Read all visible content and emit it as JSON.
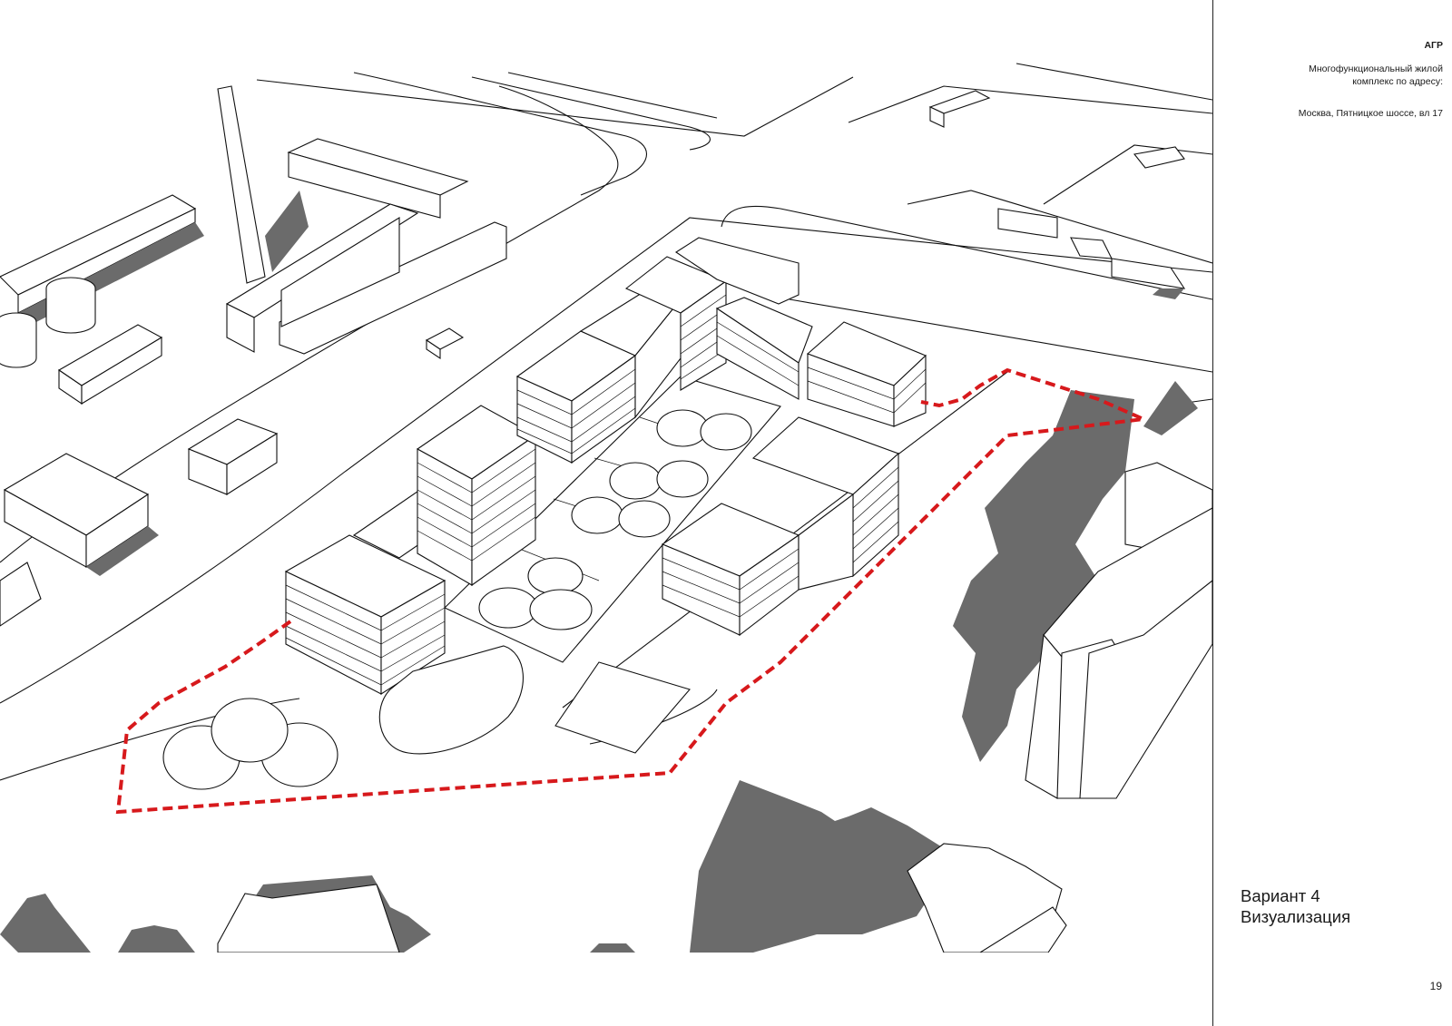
{
  "sidebar": {
    "org": "АГР",
    "desc_line1": "Многофункциональный жилой",
    "desc_line2": "комплекс по адресу:",
    "address": "Москва, Пятницкое шоссе, вл 17",
    "variant_title": "Вариант 4",
    "variant_subtitle": "Визуализация",
    "page_number": "19"
  },
  "colors": {
    "boundary": "#d7191c",
    "shadow": "#6b6b6b",
    "line": "#111111"
  }
}
